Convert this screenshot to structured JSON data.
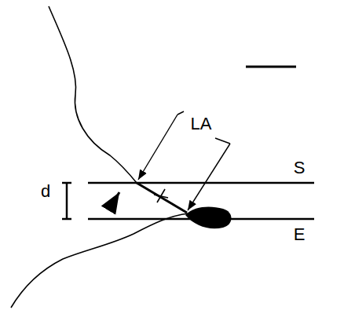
{
  "diagram": {
    "labels": [
      "LA",
      "S",
      "E",
      "d"
    ]
  }
}
